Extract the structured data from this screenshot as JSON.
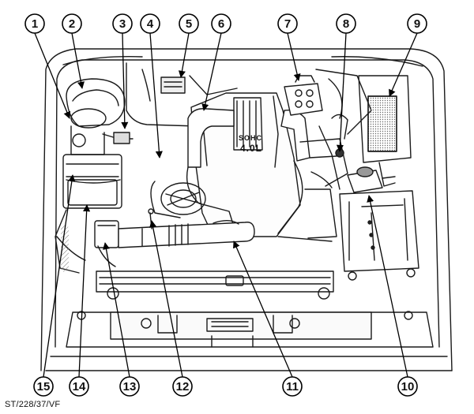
{
  "caption": "ST/228/37/VF",
  "engine_label": {
    "line1": "SOHC",
    "line2": "4.0L"
  },
  "callouts": [
    {
      "id": "1",
      "label": "1"
    },
    {
      "id": "2",
      "label": "2"
    },
    {
      "id": "3",
      "label": "3"
    },
    {
      "id": "4",
      "label": "4"
    },
    {
      "id": "5",
      "label": "5"
    },
    {
      "id": "6",
      "label": "6"
    },
    {
      "id": "7",
      "label": "7"
    },
    {
      "id": "8",
      "label": "8"
    },
    {
      "id": "9",
      "label": "9"
    },
    {
      "id": "10",
      "label": "10"
    },
    {
      "id": "11",
      "label": "11"
    },
    {
      "id": "12",
      "label": "12"
    },
    {
      "id": "13",
      "label": "13"
    },
    {
      "id": "14",
      "label": "14"
    },
    {
      "id": "15",
      "label": "15"
    }
  ]
}
